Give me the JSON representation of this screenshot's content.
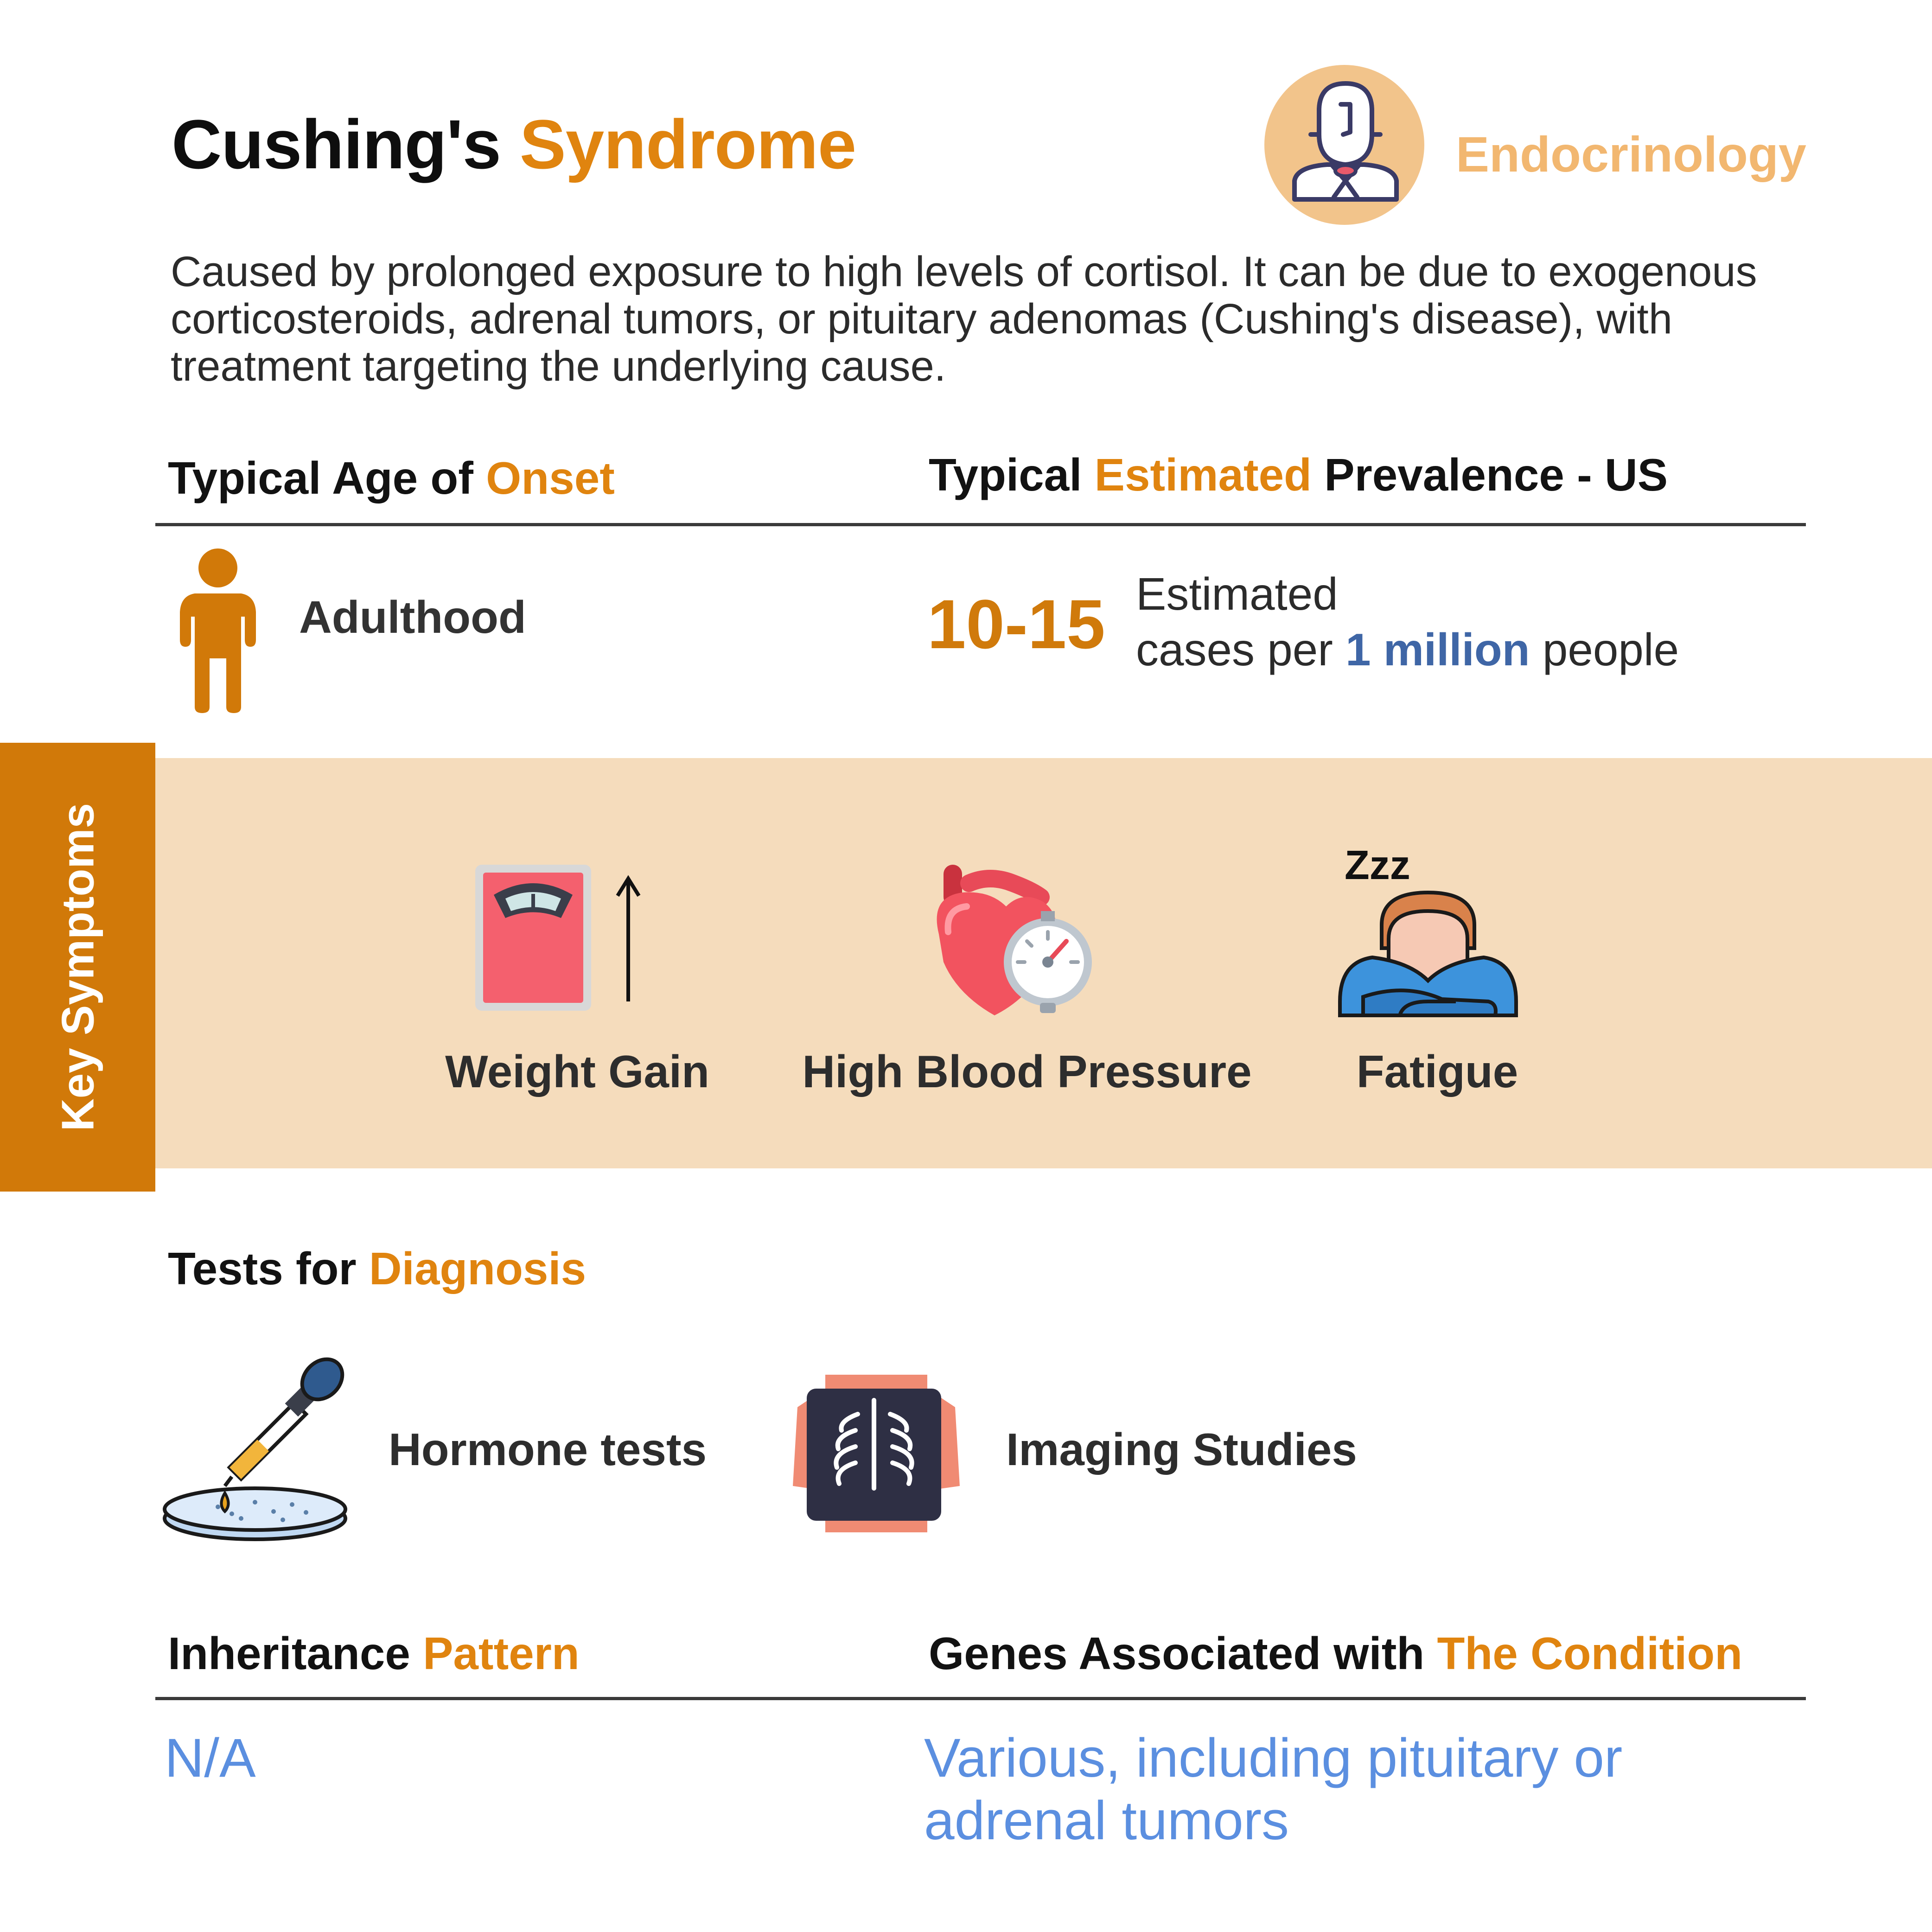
{
  "header": {
    "title_part1": "Cushing's",
    "title_part2": "Syndrome",
    "specialty": "Endocrinology"
  },
  "description": "Caused by prolonged exposure to high levels of cortisol. It can be due to exogenous corticosteroids, adrenal tumors, or pituitary adenomas (Cushing's disease), with treatment targeting the underlying cause.",
  "onset": {
    "heading_part1": "Typical Age of",
    "heading_part2": "Onset",
    "value": "Adulthood"
  },
  "prevalence": {
    "heading_part1": "Typical",
    "heading_part2": "Estimated",
    "heading_part3": "Prevalence - US",
    "number": "10-15",
    "line1": "Estimated",
    "line2_part1": "cases per",
    "line2_part2": "1 million",
    "line2_part3": "people"
  },
  "symptoms": {
    "tab_label": "Key Symptoms",
    "items": [
      {
        "label": "Weight Gain",
        "icon": "scale-icon"
      },
      {
        "label": "High Blood Pressure",
        "icon": "heart-gauge-icon"
      },
      {
        "label": "Fatigue",
        "icon": "sleeping-person-icon"
      }
    ],
    "zzz": "Zzz"
  },
  "tests": {
    "heading_part1": "Tests for",
    "heading_part2": "Diagnosis",
    "items": [
      {
        "label": "Hormone tests",
        "icon": "dropper-petri-dish-icon"
      },
      {
        "label": "Imaging Studies",
        "icon": "xray-icon"
      }
    ]
  },
  "inheritance": {
    "heading_part1": "Inheritance",
    "heading_part2": "Pattern",
    "value": "N/A"
  },
  "genes": {
    "heading_part1": "Genes Associated with",
    "heading_part2": "The Condition",
    "value_line1": "Various, including pituitary or",
    "value_line2": "adrenal tumors"
  },
  "colors": {
    "accent": "#E0840F",
    "tab": "#D17909",
    "band": "#F5DCBC",
    "answer_blue": "#5B8FE0",
    "million_blue": "#3F66A6"
  }
}
